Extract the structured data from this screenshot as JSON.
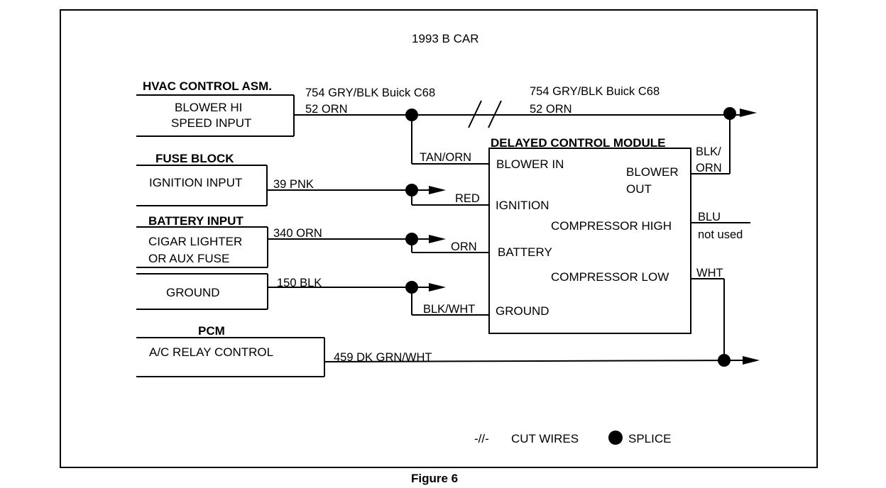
{
  "diagram": {
    "title": "1993  B CAR",
    "figure_caption": "Figure 6",
    "colors": {
      "ink": "#000000",
      "paper": "#ffffff"
    },
    "sources": {
      "hvac": {
        "heading": "HVAC CONTROL ASM.",
        "line1": "BLOWER HI",
        "line2": "SPEED INPUT"
      },
      "fuse": {
        "heading": "FUSE BLOCK",
        "line1": "IGNITION INPUT"
      },
      "battery": {
        "heading": "BATTERY INPUT",
        "line1": "CIGAR LIGHTER",
        "line2": "OR AUX FUSE"
      },
      "ground": {
        "line1": "GROUND"
      },
      "pcm": {
        "heading": "PCM",
        "line1": "A/C RELAY CONTROL"
      }
    },
    "wires": {
      "hvac_top": "754 GRY/BLK Buick C68",
      "hvac_bottom": "52 ORN",
      "out_top": "754 GRY/BLK Buick C68",
      "out_bottom": "52 ORN",
      "tan_orn": "TAN/ORN",
      "pnk": "39 PNK",
      "red": "RED",
      "orn340": "340 ORN",
      "orn": "ORN",
      "blk150": "150 BLK",
      "blk_wht": "BLK/WHT",
      "blk_orn_1": "BLK/",
      "blk_orn_2": "ORN",
      "blu": "BLU",
      "not_used": "not used",
      "wht": "WHT",
      "grn459": "459 DK GRN/WHT"
    },
    "module": {
      "title": "DELAYED CONTROL MODULE",
      "blower_in": "BLOWER IN",
      "blower_out_1": "BLOWER",
      "blower_out_2": "OUT",
      "ignition": "IGNITION",
      "compressor_high": "COMPRESSOR HIGH",
      "battery": "BATTERY",
      "compressor_low": "COMPRESSOR LOW",
      "ground": "GROUND"
    },
    "legend": {
      "cut_symbol": "-//-",
      "cut_label": "CUT WIRES",
      "splice_label": "SPLICE"
    }
  }
}
